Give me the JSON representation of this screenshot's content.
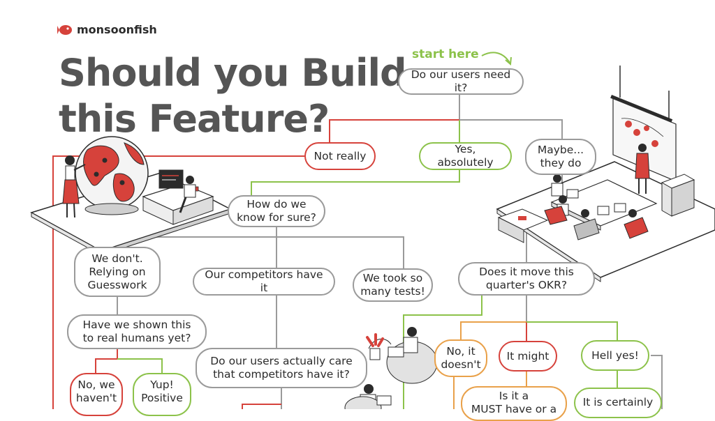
{
  "brand": {
    "name": "monsoonfish",
    "accent": "#d6423b"
  },
  "title": "Should you Build\nthis Feature?",
  "start_label": "start here",
  "colors": {
    "red": "#d6423b",
    "green": "#8cc24a",
    "orange": "#e9a14a",
    "gray": "#9a9a9a",
    "text": "#2b2b2b"
  },
  "nodes": {
    "q_need": "Do our users need it?",
    "a_not_really": "Not really",
    "a_yes_absolutely": "Yes, absolutely",
    "a_maybe": "Maybe...\nthey do",
    "q_how_know": "How do we\nknow for sure?",
    "a_dont": "We don't.\nRelying on\nGuesswork",
    "a_competitors": "Our competitors have it",
    "a_tests": "We took so\nmany tests!",
    "q_okr": "Does it move this\nquarter's OKR?",
    "q_shown": "Have we shown this\nto real humans yet?",
    "q_care": "Do our users actually care\nthat competitors have it?",
    "a_no_doesnt": "No, it\ndoesn't",
    "a_might": "It might",
    "a_hell_yes": "Hell yes!",
    "a_no_havent": "No, we\nhaven't",
    "a_yup": "Yup!\nPositive",
    "q_must": "Is it a\nMUST have or a",
    "a_certainly": "It is certainly"
  }
}
